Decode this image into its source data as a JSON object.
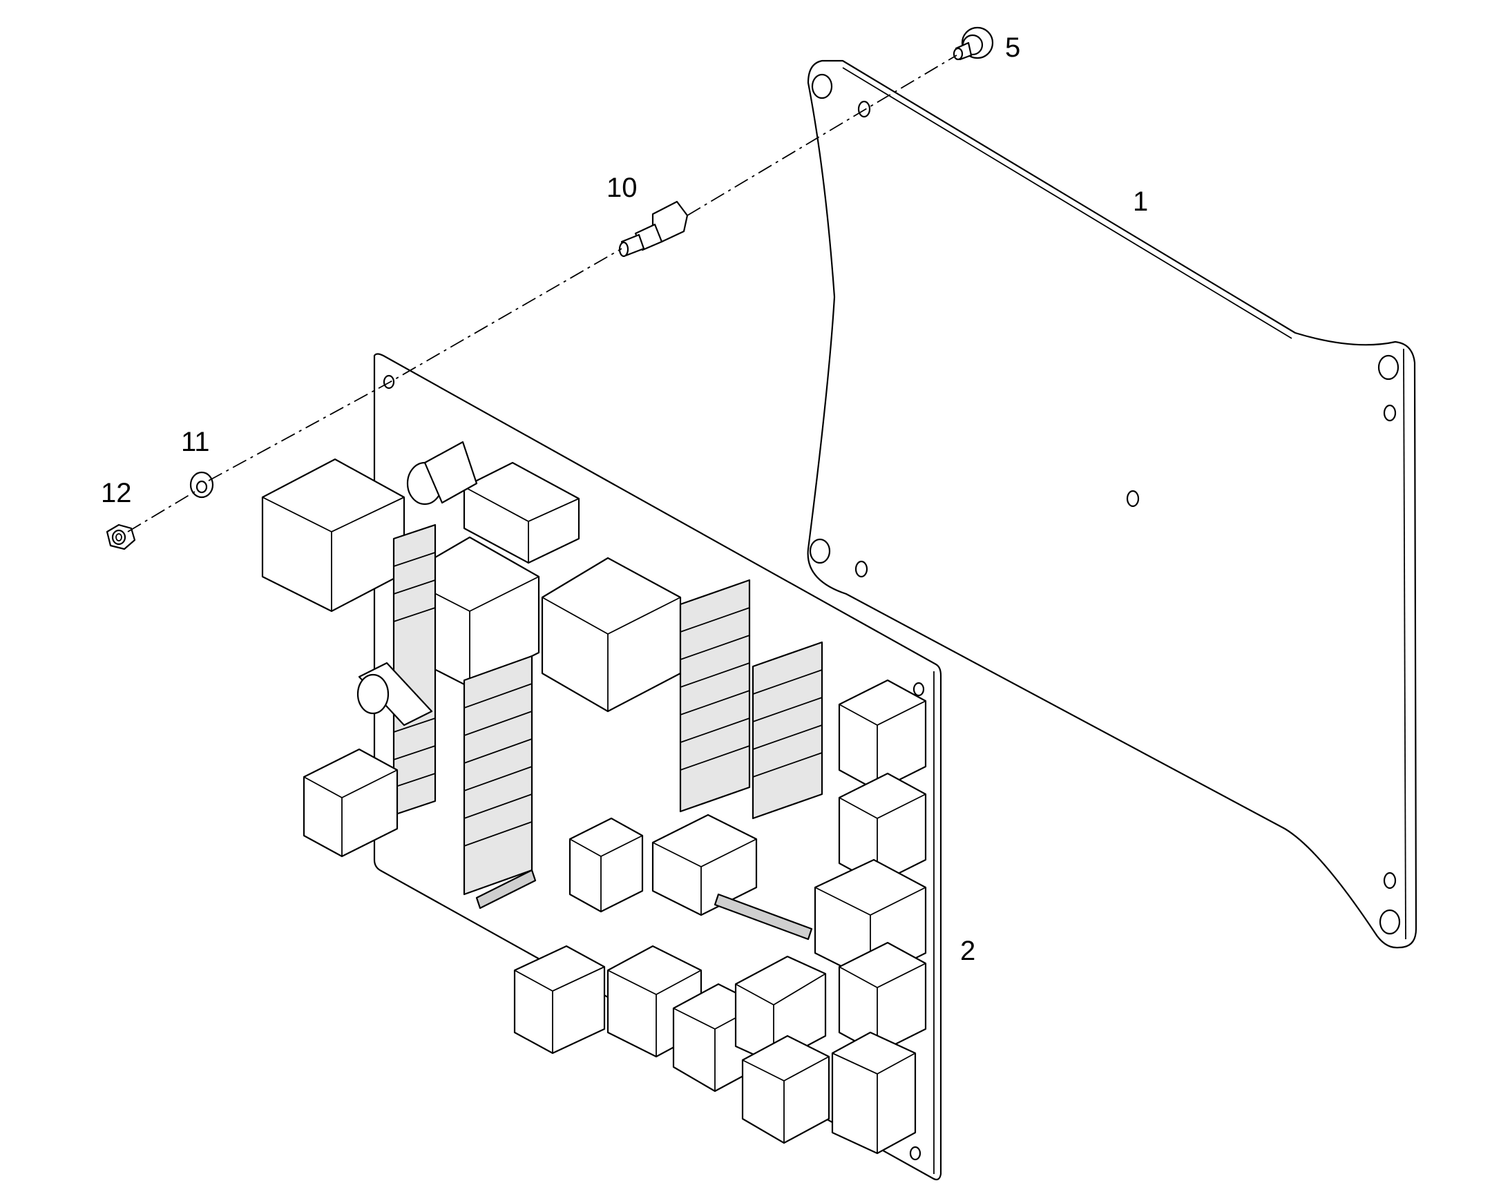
{
  "callouts": [
    {
      "id": "1",
      "label": "1"
    },
    {
      "id": "2",
      "label": "2"
    },
    {
      "id": "5",
      "label": "5"
    },
    {
      "id": "10",
      "label": "10"
    },
    {
      "id": "11",
      "label": "11"
    },
    {
      "id": "12",
      "label": "12"
    }
  ]
}
